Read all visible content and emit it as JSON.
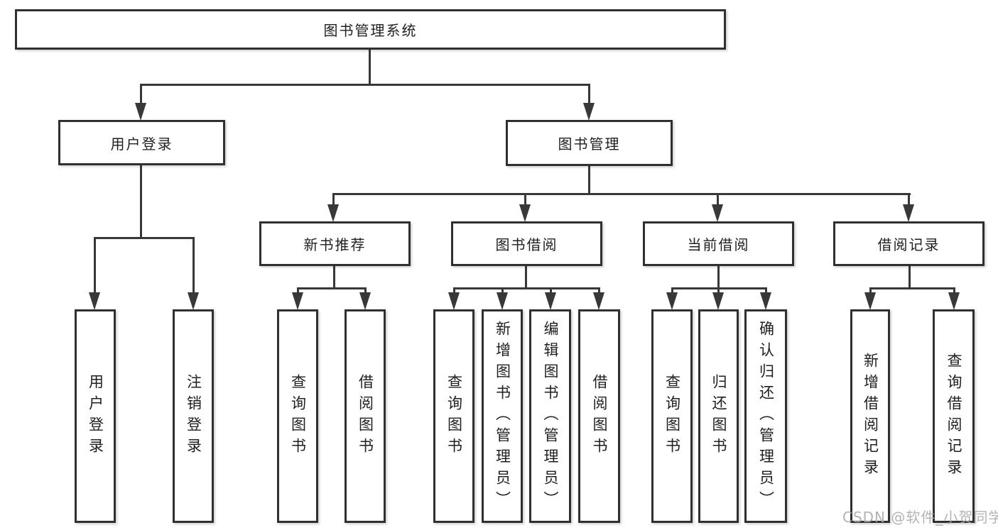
{
  "tree": {
    "root": {
      "label": "图书管理系统"
    },
    "children": [
      {
        "label": "用户登录",
        "children": [
          {
            "label": "用户登录"
          },
          {
            "label": "注销登录"
          }
        ]
      },
      {
        "label": "图书管理",
        "children": [
          {
            "label": "新书推荐",
            "children": [
              {
                "label": "查询图书"
              },
              {
                "label": "借阅图书"
              }
            ]
          },
          {
            "label": "图书借阅",
            "children": [
              {
                "label": "查询图书"
              },
              {
                "label": "新增图书（管理员）"
              },
              {
                "label": "编辑图书（管理员）"
              },
              {
                "label": "借阅图书"
              }
            ]
          },
          {
            "label": "当前借阅",
            "children": [
              {
                "label": "查询图书"
              },
              {
                "label": "归还图书"
              },
              {
                "label": "确认归还（管理员）"
              }
            ]
          },
          {
            "label": "借阅记录",
            "children": [
              {
                "label": "新增借阅记录"
              },
              {
                "label": "查询借阅记录"
              }
            ]
          }
        ]
      }
    ]
  },
  "watermark": "CSDN @软件_小贺同学",
  "colors": {
    "line": "#383838",
    "border": "#303030",
    "text": "#1f1f1f",
    "background": "#ffffff",
    "watermark": "#ababab"
  }
}
